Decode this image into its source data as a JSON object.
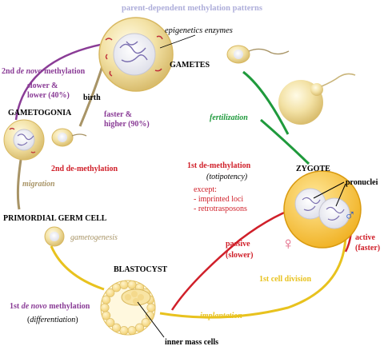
{
  "labels": {
    "title": "parent-dependent methylation patterns",
    "epigenetics": "epigenetics enzymes",
    "gametes": "GAMETES",
    "denovo2_pre": "2nd",
    "denovo2_it": "de novo",
    "denovo2_post": "methylation",
    "slower_l1": "slower &",
    "slower_l2": "lower (40%)",
    "birth": "birth",
    "gametogonia": "GAMETOGONIA",
    "faster_l1": "faster &",
    "faster_l2": "higher (90%)",
    "fertilization": "fertilization",
    "demeth2": "2nd de-methylation",
    "zygote": "ZYGOTE",
    "demeth1": "1st de-methylation",
    "totipotency": "(totipotency)",
    "except": "except:",
    "imprinted": "- imprinted loci",
    "retro": "- retrotrasposons",
    "pronuclei": "pronuclei",
    "migration": "migration",
    "pgc": "PRIMORDIAL GERM CELL",
    "gametogenesis": "gametogenesis",
    "passive_l1": "passive",
    "passive_l2": "(slower)",
    "active_l1": "active",
    "active_l2": "(faster)",
    "blastocyst": "BLASTOCYST",
    "celldiv": "1st cell division",
    "denovo1_pre": "1st",
    "denovo1_it": "de novo",
    "denovo1_post": "methylation",
    "differentiation_pre": "(",
    "differentiation_it": "differentiation",
    "differentiation_post": ")",
    "implantation": "implantation",
    "innermass": "inner mass cells"
  },
  "symbols": {
    "female": "♀",
    "male": "♂"
  },
  "colors": {
    "purple": "#8a3c96",
    "red": "#d0202a",
    "green": "#1f9a3c",
    "olive": "#a89466",
    "yellow": "#e8c21e",
    "lavender": "#aeaeda",
    "blue": "#2a57c8",
    "female": "#e05a7a",
    "cell": "#f2cf72",
    "cytoplasm": "#fbeec0"
  }
}
